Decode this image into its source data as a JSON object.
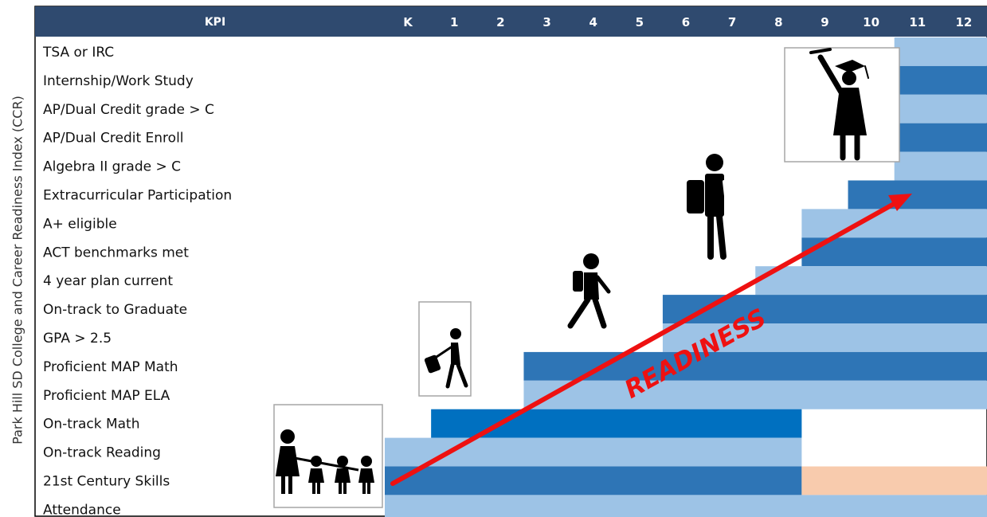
{
  "y_axis_title": "Park Hill SD College and Career Readiness Index (CCR)",
  "colors": {
    "header": "#2f4a6f",
    "light": "#9dc3e6",
    "dark": "#2e75b6",
    "bright": "#0070c0",
    "peach": "#f8cbad",
    "arrow": "#ee1111"
  },
  "chart_data": {
    "type": "table",
    "header_label": "KPI",
    "grades": [
      "K",
      "1",
      "2",
      "3",
      "4",
      "5",
      "6",
      "7",
      "8",
      "9",
      "10",
      "11",
      "12"
    ],
    "kpis": [
      {
        "label": "TSA or IRC",
        "start": "11",
        "end": "12",
        "shade": "light"
      },
      {
        "label": "Internship/Work Study",
        "start": "11",
        "end": "12",
        "shade": "dark"
      },
      {
        "label": "AP/Dual Credit grade > C",
        "start": "11",
        "end": "12",
        "shade": "light"
      },
      {
        "label": "AP/Dual Credit Enroll",
        "start": "11",
        "end": "12",
        "shade": "dark"
      },
      {
        "label": "Algebra II grade > C",
        "start": "11",
        "end": "12",
        "shade": "light"
      },
      {
        "label": "Extracurricular Participation",
        "start": "10",
        "end": "12",
        "shade": "dark"
      },
      {
        "label": "A+ eligible",
        "start": "9",
        "end": "12",
        "shade": "light"
      },
      {
        "label": "ACT benchmarks met",
        "start": "9",
        "end": "12",
        "shade": "dark"
      },
      {
        "label": "4 year plan current",
        "start": "8",
        "end": "12",
        "shade": "light"
      },
      {
        "label": "On-track to Graduate",
        "start": "6",
        "end": "12",
        "shade": "dark"
      },
      {
        "label": "GPA > 2.5",
        "start": "6",
        "end": "12",
        "shade": "light"
      },
      {
        "label": "Proficient MAP Math",
        "start": "3",
        "end": "12",
        "shade": "dark"
      },
      {
        "label": "Proficient MAP ELA",
        "start": "3",
        "end": "12",
        "shade": "light"
      },
      {
        "label": "On-track Math",
        "start": "1",
        "end": "8",
        "shade": "bright"
      },
      {
        "label": "On-track Reading",
        "start": "K",
        "end": "8",
        "shade": "light"
      },
      {
        "label": "21st Century Skills",
        "start": "K",
        "end": "8",
        "shade": "dark",
        "extra": {
          "start": "9",
          "end": "12",
          "shade": "peach"
        }
      },
      {
        "label": "Attendance",
        "start": "K",
        "end": "12",
        "shade": "light"
      }
    ],
    "arrow_label": "READINESS"
  }
}
